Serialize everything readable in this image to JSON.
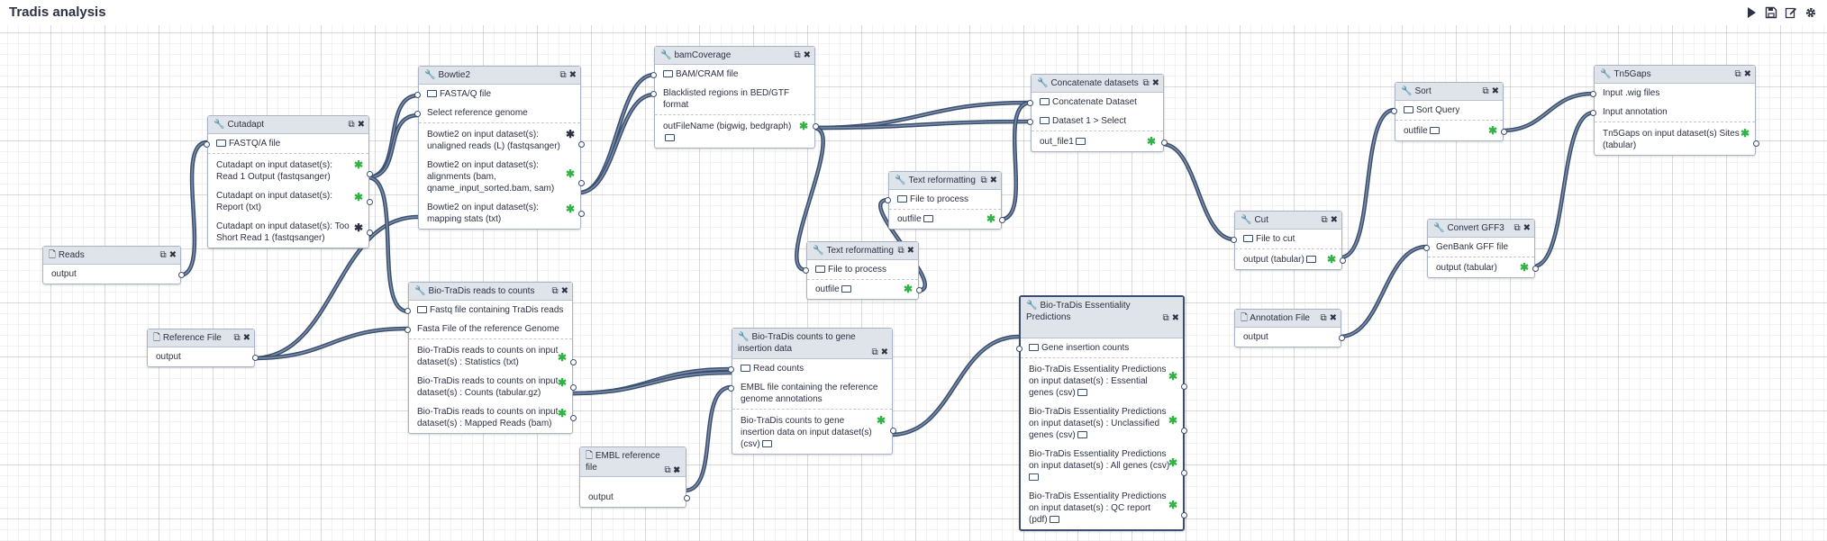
{
  "header": {
    "title": "Tradis analysis",
    "toolbar": {
      "run_icon": "play-icon",
      "save_icon": "save-icon",
      "edit_icon": "edit-icon",
      "settings_icon": "gear-icon"
    }
  },
  "nodes": {
    "reads": {
      "title": "Reads",
      "outputs": [
        "output"
      ]
    },
    "reference_file": {
      "title": "Reference File",
      "outputs": [
        "output"
      ]
    },
    "embl_reference_file": {
      "title": "EMBL reference file",
      "outputs": [
        "output"
      ]
    },
    "annotation_file": {
      "title": "Annotation File",
      "outputs": [
        "output"
      ]
    },
    "cutadapt": {
      "title": "Cutadapt",
      "inputs": [
        "FASTQ/A file"
      ],
      "outputs": [
        "Cutadapt on input dataset(s): Read 1 Output (fastqsanger)",
        "Cutadapt on input dataset(s): Report (txt)",
        "Cutadapt on input dataset(s): Too Short Read 1 (fastqsanger)"
      ]
    },
    "bowtie2": {
      "title": "Bowtie2",
      "inputs": [
        "FASTA/Q file",
        "Select reference genome"
      ],
      "outputs": [
        "Bowtie2 on input dataset(s): unaligned reads (L) (fastqsanger)",
        "Bowtie2 on input dataset(s): alignments (bam, qname_input_sorted.bam, sam)",
        "Bowtie2 on input dataset(s): mapping stats (txt)"
      ]
    },
    "bamcoverage": {
      "title": "bamCoverage",
      "inputs": [
        "BAM/CRAM file",
        "Blacklisted regions in BED/GTF format"
      ],
      "outputs": [
        "outFileName (bigwig, bedgraph)"
      ]
    },
    "reads_to_counts": {
      "title": "Bio-TraDis reads to counts",
      "inputs": [
        "Fastq file containing TraDis reads",
        "Fasta File of the reference Genome"
      ],
      "outputs": [
        "Bio-TraDis reads to counts on input dataset(s) : Statistics (txt)",
        "Bio-TraDis reads to counts on input dataset(s) : Counts (tabular.gz)",
        "Bio-TraDis reads to counts on input dataset(s) : Mapped Reads (bam)"
      ]
    },
    "counts_to_gene": {
      "title": "Bio-TraDis counts to gene insertion data",
      "inputs": [
        "Read counts",
        "EMBL file containing the reference genome annotations"
      ],
      "outputs": [
        "Bio-TraDis counts to gene insertion data on input dataset(s) (csv)"
      ]
    },
    "text_reformatting_1": {
      "title": "Text reformatting",
      "inputs": [
        "File to process"
      ],
      "outputs": [
        "outfile"
      ]
    },
    "text_reformatting_2": {
      "title": "Text reformatting",
      "inputs": [
        "File to process"
      ],
      "outputs": [
        "outfile"
      ]
    },
    "concatenate": {
      "title": "Concatenate datasets",
      "inputs": [
        "Concatenate Dataset",
        "Dataset 1 > Select"
      ],
      "outputs": [
        "out_file1"
      ]
    },
    "cut": {
      "title": "Cut",
      "inputs": [
        "File to cut"
      ],
      "outputs": [
        "output (tabular)"
      ]
    },
    "sort": {
      "title": "Sort",
      "inputs": [
        "Sort Query"
      ],
      "outputs": [
        "outfile"
      ]
    },
    "convert_gff3": {
      "title": "Convert GFF3",
      "inputs": [
        "GenBank GFF file"
      ],
      "outputs": [
        "output (tabular)"
      ]
    },
    "tn5gaps": {
      "title": "Tn5Gaps",
      "inputs": [
        "Input .wig files",
        "Input annotation"
      ],
      "outputs": [
        "Tn5Gaps on input dataset(s) Sites (tabular)"
      ]
    },
    "essentiality": {
      "title": "Bio-TraDis Essentiality Predictions",
      "inputs": [
        "Gene insertion counts"
      ],
      "outputs": [
        "Bio-TraDis Essentiality Predictions on input dataset(s) : Essential genes (csv)",
        "Bio-TraDis Essentiality Predictions on input dataset(s) : Unclassified genes (csv)",
        "Bio-TraDis Essentiality Predictions on input dataset(s) : All genes (csv)",
        "Bio-TraDis Essentiality Predictions on input dataset(s) : QC report (pdf)"
      ]
    }
  },
  "colors": {
    "link": "#3a4e6f",
    "header_bg": "#dfe3ea",
    "asterisk_green": "#33b345",
    "border": "#a9b3c4"
  }
}
